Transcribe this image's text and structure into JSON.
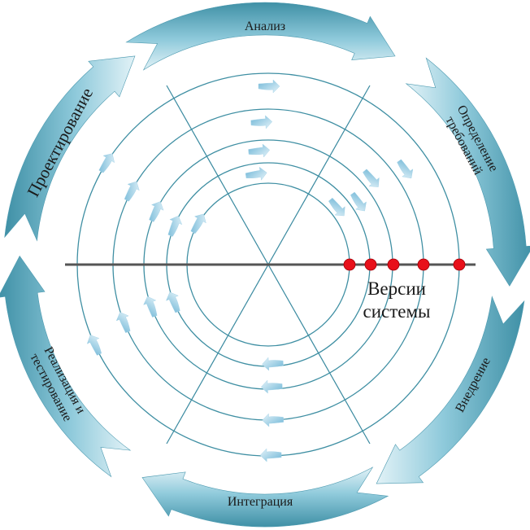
{
  "diagram": {
    "segments": {
      "top": "Анализ",
      "upper_right_line1": "Определение",
      "upper_right_line2": "требований",
      "lower_right": "Внедрение",
      "bottom": "Интеграция",
      "lower_left_line1": "Реализация и",
      "lower_left_line2": "тестирование",
      "upper_left": "Проектирование"
    },
    "versions_label_line1": "Версии",
    "versions_label_line2": "системы",
    "version_marker_count": 5,
    "colors": {
      "arrow_dark": "#3f90a6",
      "arrow_mid": "#7cc2d6",
      "arrow_light": "#d8eef5",
      "circle_line": "#3f8fa3",
      "axis_line": "#555555",
      "marker_red": "#e8101a",
      "small_arrow": "#7fc0dc"
    }
  }
}
